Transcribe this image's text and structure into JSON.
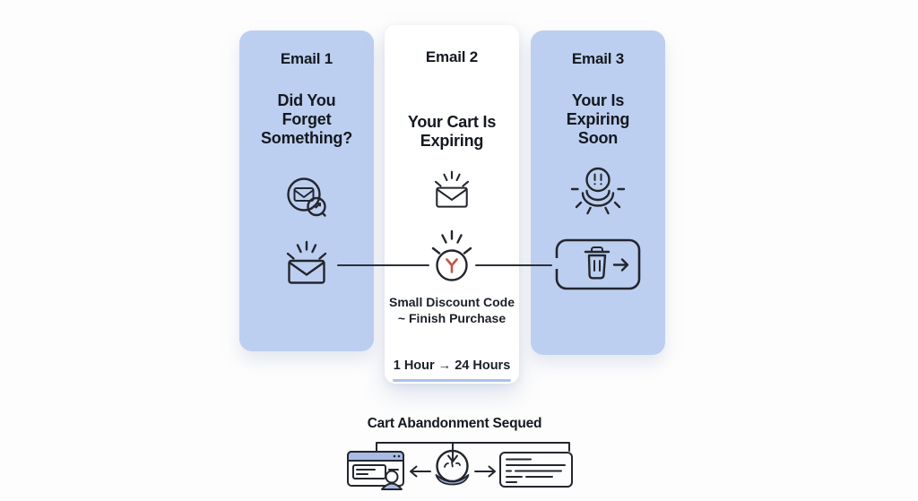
{
  "diagram": {
    "emails": [
      {
        "label": "Email 1",
        "headline": "Did You\nForget\nSomething?"
      },
      {
        "label": "Email 2",
        "headline": "Your Cart Is\nExpiring",
        "note": "Small Discount Code\n~ Finish Purchase",
        "timing": "1 Hour → 24 Hours"
      },
      {
        "label": "Email 3",
        "headline": "Your Is\nExpiring\nSoon"
      }
    ],
    "footer_title": "Cart Abandonment Sequed",
    "colors": {
      "card_blue": "#bdcff0",
      "card_white": "#ffffff",
      "ink": "#23262e",
      "accent_red": "#c0544a",
      "underline_blue": "#a9c2ea",
      "icon_fill_blue": "#a9bbe4"
    },
    "icons": {
      "email_1": [
        "email-analytics-icon",
        "envelope-rays-icon"
      ],
      "email_2": [
        "envelope-rays-icon",
        "idea-bulb-icon"
      ],
      "email_3": [
        "alarm-rays-icon",
        "trash-forward-icon"
      ],
      "footer": [
        "browser-user-icon",
        "arrow-left-icon",
        "chat-sync-icon",
        "arrow-right-icon",
        "document-lines-icon"
      ]
    }
  }
}
